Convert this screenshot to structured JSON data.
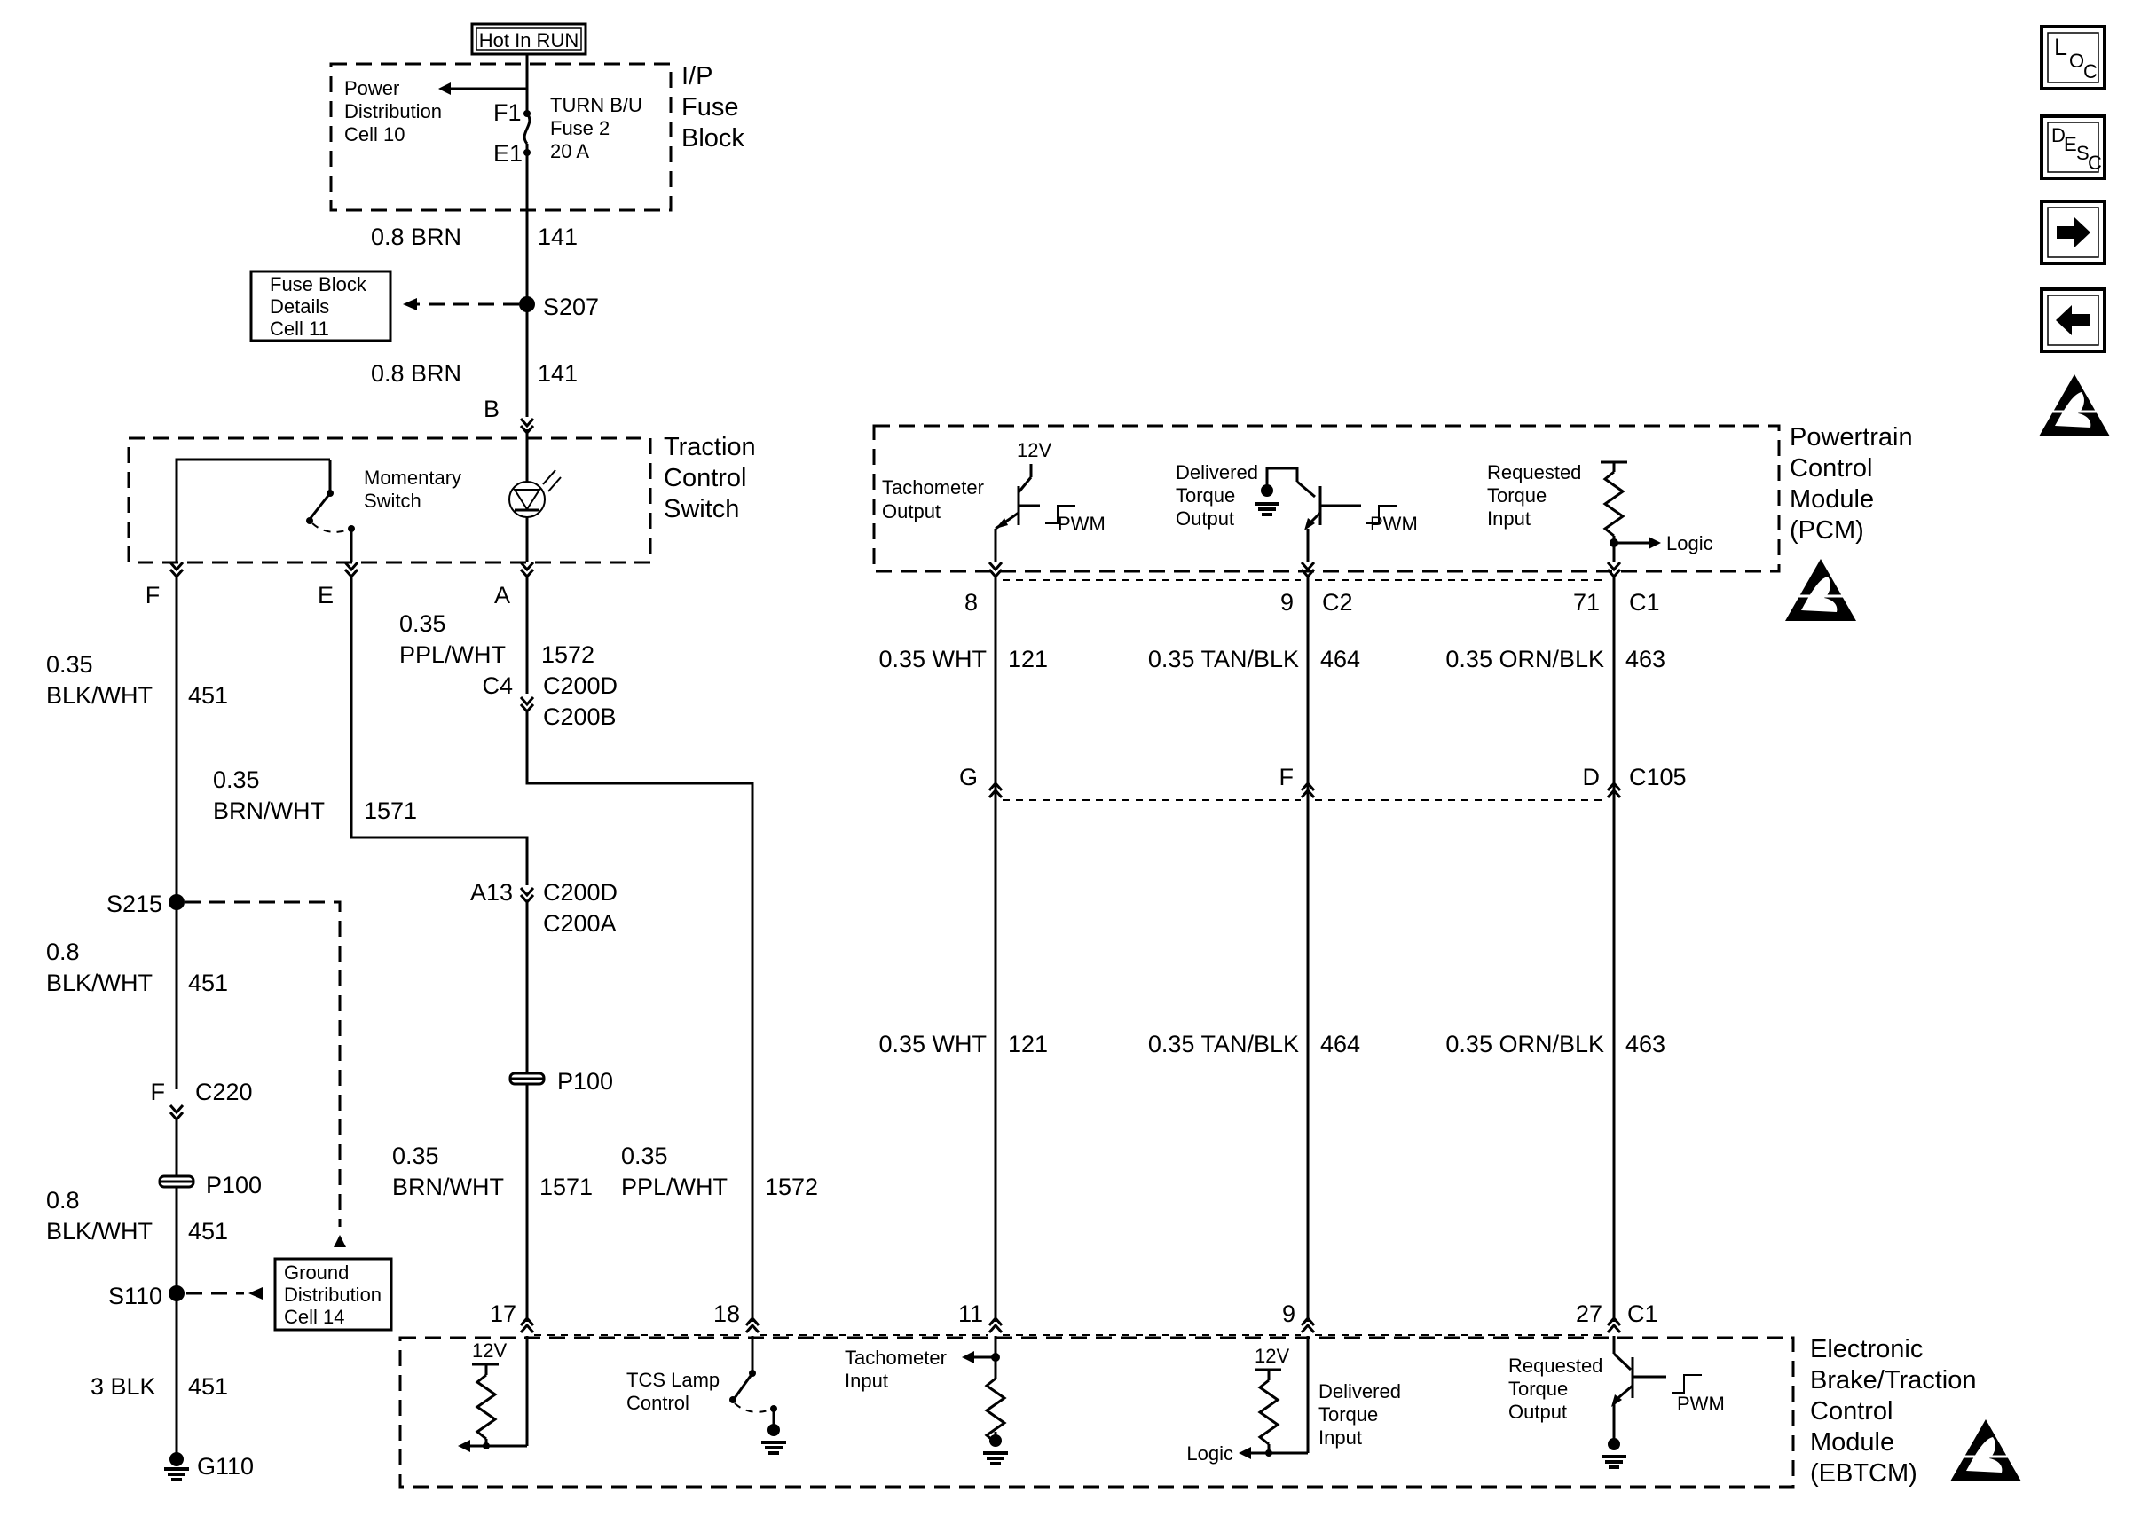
{
  "hot_in_run": "Hot In RUN",
  "fuse_block": {
    "title_lines": [
      "I/P",
      "Fuse",
      "Block"
    ],
    "power_dist_lines": [
      "Power",
      "Distribution",
      "Cell 10"
    ],
    "fuse_lines": [
      "TURN B/U",
      "Fuse 2",
      "20 A"
    ],
    "pin_f1": "F1",
    "pin_e1": "E1"
  },
  "wire_141": {
    "gauge": "0.8 BRN",
    "circuit": "141"
  },
  "splice_s207": "S207",
  "fuse_details_lines": [
    "Fuse Block",
    "Details",
    "Cell 11"
  ],
  "tcs_switch": {
    "title_lines": [
      "Traction",
      "Control",
      "Switch"
    ],
    "momentary_lines": [
      "Momentary",
      "Switch"
    ],
    "pin_b": "B",
    "pin_f": "F",
    "pin_e": "E",
    "pin_a": "A"
  },
  "wire_451_top": {
    "gauge_lines": [
      "0.35",
      "BLK/WHT"
    ],
    "circuit": "451"
  },
  "wire_1571_top": {
    "gauge_lines": [
      "0.35",
      "BRN/WHT"
    ],
    "circuit": "1571"
  },
  "wire_1572_top": {
    "gauge_lines": [
      "0.35",
      "PPL/WHT"
    ],
    "circuit": "1572"
  },
  "conn_c4": {
    "pin": "C4",
    "labels": [
      "C200D",
      "C200B"
    ]
  },
  "conn_a13": {
    "pin": "A13",
    "labels": [
      "C200D",
      "C200A"
    ]
  },
  "splice_s215": "S215",
  "wire_451_mid": {
    "gauge_lines": [
      "0.8",
      "BLK/WHT"
    ],
    "circuit": "451"
  },
  "conn_c220": {
    "pin": "F",
    "label": "C220"
  },
  "p100": "P100",
  "wire_451_low": {
    "gauge_lines": [
      "0.8",
      "BLK/WHT"
    ],
    "circuit": "451"
  },
  "splice_s110": "S110",
  "ground_dist_lines": [
    "Ground",
    "Distribution",
    "Cell 14"
  ],
  "wire_451_bot": {
    "gauge": "3 BLK",
    "circuit": "451"
  },
  "ground_g110": "G110",
  "wire_1571_low": {
    "gauge_lines": [
      "0.35",
      "BRN/WHT"
    ],
    "circuit": "1571"
  },
  "wire_1572_low": {
    "gauge_lines": [
      "0.35",
      "PPL/WHT"
    ],
    "circuit": "1572"
  },
  "pcm": {
    "title_lines": [
      "Powertrain",
      "Control",
      "Module",
      "(PCM)"
    ],
    "tach_lines": [
      "Tachometer",
      "Output"
    ],
    "v12": "12V",
    "pwm": "PWM",
    "delivered_lines": [
      "Delivered",
      "Torque",
      "Output"
    ],
    "requested_lines": [
      "Requested",
      "Torque",
      "Input"
    ],
    "logic": "Logic",
    "pin_8": "8",
    "pin_9": "9",
    "conn_c2": "C2",
    "pin_71": "71",
    "conn_c1": "C1"
  },
  "wire_121": {
    "gauge": "0.35 WHT",
    "circuit": "121"
  },
  "wire_464": {
    "gauge": "0.35 TAN/BLK",
    "circuit": "464"
  },
  "wire_463": {
    "gauge": "0.35 ORN/BLK",
    "circuit": "463"
  },
  "c105": {
    "pin_g": "G",
    "pin_f": "F",
    "pin_d": "D",
    "label": "C105"
  },
  "ebtcm": {
    "title_lines": [
      "Electronic",
      "Brake/Traction",
      "Control",
      "Module",
      "(EBTCM)"
    ],
    "pin_17": "17",
    "pin_18": "18",
    "pin_11": "11",
    "pin_9": "9",
    "pin_27": "27",
    "conn_c1": "C1",
    "v12": "12V",
    "tcs_lamp_lines": [
      "TCS Lamp",
      "Control"
    ],
    "tach_lines": [
      "Tachometer",
      "Input"
    ],
    "delivered_lines": [
      "Delivered",
      "Torque",
      "Input"
    ],
    "logic": "Logic",
    "requested_lines": [
      "Requested",
      "Torque",
      "Output"
    ],
    "pwm": "PWM"
  },
  "nav": {
    "loc": {
      "l": "L",
      "o": "O",
      "c": "C"
    },
    "desc": {
      "d": "D",
      "e": "E",
      "s": "S",
      "c": "C"
    },
    "forward_icon": "arrow-right",
    "back_icon": "arrow-left",
    "esd_icon": "esd-warning"
  }
}
